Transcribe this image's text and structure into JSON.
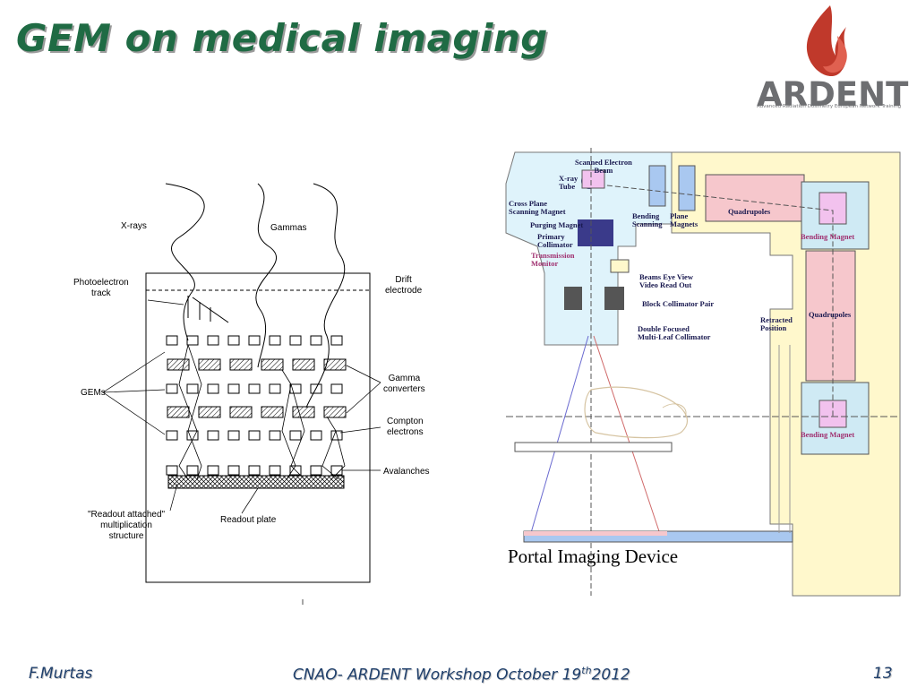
{
  "slide": {
    "title": "GEM on medical imaging",
    "footer_left": "F.Murtas",
    "footer_center_prefix": "CNAO- ARDENT Workshop October 19",
    "footer_center_sup": "th",
    "footer_center_suffix": "2012",
    "page_number": "13"
  },
  "logo": {
    "name": "ARDENT",
    "subtitle": "Advanced Radiation Dosimetry European Network Training",
    "flame_color": "#c0392b"
  },
  "gem_diagram": {
    "xrays": "X-rays",
    "gammas": "Gammas",
    "photoelectron_track": "Photoelectron\ntrack",
    "drift_electrode": "Drift\nelectrode",
    "gems": "GEMs",
    "gamma_converters": "Gamma\nconverters",
    "compton_electrons": "Compton\nelectrons",
    "avalanches": "Avalanches",
    "readout_structure": "\"Readout attached\"\nmultiplication\nstructure",
    "readout_plate": "Readout plate"
  },
  "beamline_diagram": {
    "scanned_electron_beam": "Scanned Electron\nBeam",
    "xray_tube": "X-ray\nTube",
    "cross_plane_scanning_magnet": "Cross Plane\nScanning Magnet",
    "purging_magnet": "Purging Magnet",
    "primary_collimator": "Primary\nCollimator",
    "transmission_monitor": "Transmission\nMonitor",
    "bending_scanning": "Bending\nScanning",
    "plane_magnets": "Plane\nMagnets",
    "quadrupoles_top": "Quadrupoles",
    "bending_magnet_top": "Bending Magnet",
    "beams_eye_view": "Beams Eye View\nVideo Read Out",
    "block_collimator_pair": "Block Collimator Pair",
    "double_focused": "Double Focused\nMulti-Leaf Collimator",
    "retracted_position": "Retracted\nPosition",
    "quadrupoles_side": "Quadrupoles",
    "bending_magnet_bottom": "Bending Magnet",
    "portal_imaging_device": "Portal Imaging Device"
  }
}
